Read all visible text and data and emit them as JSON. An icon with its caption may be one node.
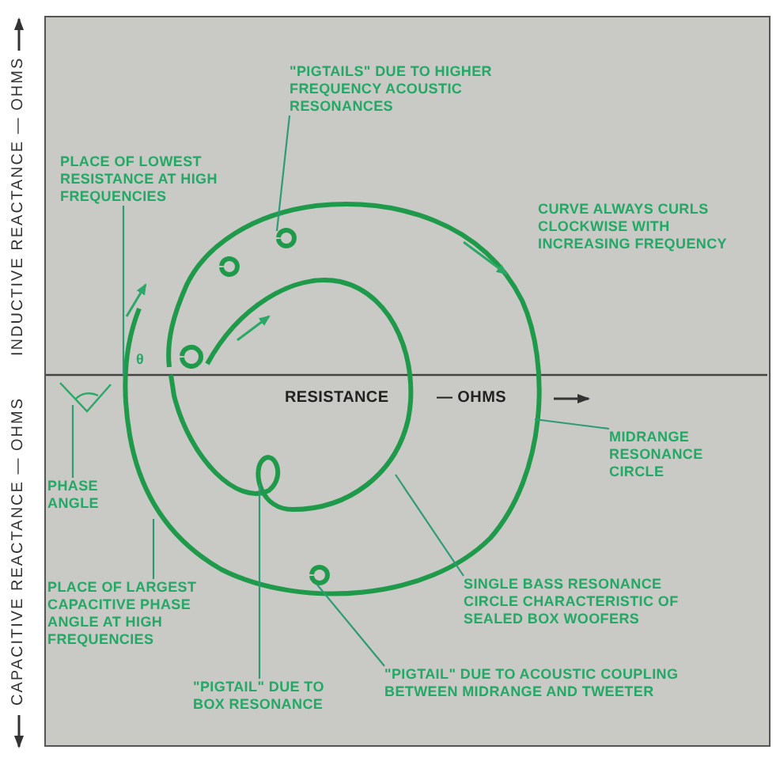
{
  "diagram": {
    "nodes": [
      {
        "text": [
          "\"PIGTAILS\" DUE TO HIGHER FREQUENCY ACOUSTIC RESONANCES"
        ]
      },
      {
        "text": [
          "PLACE OF LOWEST RESISTANCE AT HIGH FREQUENCIES"
        ]
      },
      {
        "text": [
          "MIDRANGE RESONANCE CIRCLE"
        ]
      },
      {
        "text": [
          "PHASE ANGLE"
        ]
      },
      {
        "text": [
          "PLACE OF LARGEST CAPACITIVE PHASE ANGLE AT HIGH FREQUENCIES"
        ]
      },
      {
        "text": [
          "SINGLE BASS RESONANCE CIRCLE CHARACTERISTIC OF SEALED BOX WOOFERS"
        ]
      },
      {
        "text": [
          "\"PIGTAIL\" DUE TO BOX RESONANCE"
        ]
      },
      {
        "text": [
          "\"PIGTAIL\" DUE TO ACOUSTIC COUPLING BETWEEN MIDRANGE AND TWEETER"
        ]
      }
    ],
    "edges": [
      {
        "from": 0,
        "to": null,
        "arrow": "none"
      },
      {
        "from": 1,
        "to": null,
        "arrow": "none"
      },
      {
        "from": 2,
        "to": null,
        "arrow": "none"
      },
      {
        "from": 3,
        "to": null,
        "arrow": "none"
      },
      {
        "from": 4,
        "to": null,
        "arrow": "none"
      },
      {
        "from": 5,
        "to": null,
        "arrow": "none"
      },
      {
        "from": 6,
        "to": null,
        "arrow": "none"
      },
      {
        "from": 7,
        "to": null,
        "arrow": "none"
      }
    ],
    "labels": [
      "INDUCTIVE REACTANCE — OHMS",
      "CURVE ALWAYS CURLS CLOCKWISE WITH INCREASING FREQUENCY",
      "θ",
      "RESISTANCE",
      "— OHMS",
      "CAPACITIVE REACTANCE — OHMS"
    ]
  }
}
